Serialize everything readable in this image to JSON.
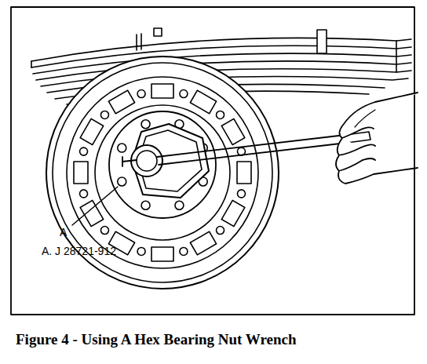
{
  "diagram": {
    "caption": "Figure 4 - Using A Hex Bearing Nut Wrench",
    "labels": [
      "A",
      "A. J 28721-912"
    ]
  }
}
